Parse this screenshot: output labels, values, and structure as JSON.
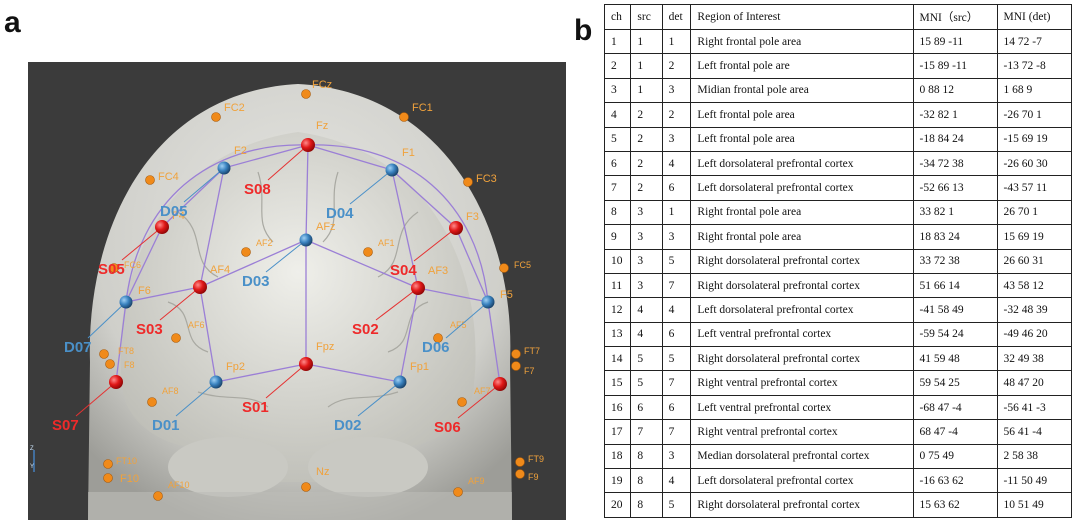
{
  "panel_a": {
    "letter": "a",
    "axes": {
      "z": "Z",
      "y": "Y"
    },
    "head_positions": [
      {
        "id": "p1",
        "label": "FCz"
      },
      {
        "id": "p2",
        "label": "FC2"
      },
      {
        "id": "p3",
        "label": "FC1"
      },
      {
        "id": "p4",
        "label": "Fz"
      },
      {
        "id": "p5",
        "label": "F2"
      },
      {
        "id": "p6",
        "label": "F1"
      },
      {
        "id": "p7",
        "label": "FC4"
      },
      {
        "id": "p8",
        "label": "FC3"
      },
      {
        "id": "p9",
        "label": "AFz"
      },
      {
        "id": "p10",
        "label": "AF2"
      },
      {
        "id": "p11",
        "label": "AF1"
      },
      {
        "id": "p12",
        "label": "F4"
      },
      {
        "id": "p13",
        "label": "F3"
      },
      {
        "id": "p14",
        "label": "FC6"
      },
      {
        "id": "p15",
        "label": "FC5"
      },
      {
        "id": "p16",
        "label": "F6"
      },
      {
        "id": "p17",
        "label": "F5"
      },
      {
        "id": "p18",
        "label": "AF4"
      },
      {
        "id": "p19",
        "label": "AF3"
      },
      {
        "id": "p20",
        "label": "AF6"
      },
      {
        "id": "p21",
        "label": "AF5"
      },
      {
        "id": "p22",
        "label": "Fpz"
      },
      {
        "id": "p23",
        "label": "Fp2"
      },
      {
        "id": "p24",
        "label": "Fp1"
      },
      {
        "id": "p25",
        "label": "FT8"
      },
      {
        "id": "p26",
        "label": "F8"
      },
      {
        "id": "p27",
        "label": "AF8"
      },
      {
        "id": "p28",
        "label": "FT7"
      },
      {
        "id": "p29",
        "label": "F7"
      },
      {
        "id": "p30",
        "label": "AF7"
      },
      {
        "id": "p31",
        "label": "FT10"
      },
      {
        "id": "p32",
        "label": "F10"
      },
      {
        "id": "p33",
        "label": "AF10"
      },
      {
        "id": "p34",
        "label": "Nz"
      },
      {
        "id": "p35",
        "label": "FT9"
      },
      {
        "id": "p36",
        "label": "F9"
      },
      {
        "id": "p37",
        "label": "AF9"
      }
    ],
    "sources": [
      {
        "id": "s1",
        "label": "S01"
      },
      {
        "id": "s2",
        "label": "S02"
      },
      {
        "id": "s3",
        "label": "S03"
      },
      {
        "id": "s4",
        "label": "S04"
      },
      {
        "id": "s5",
        "label": "S05"
      },
      {
        "id": "s6",
        "label": "S06"
      },
      {
        "id": "s7",
        "label": "S07"
      },
      {
        "id": "s8",
        "label": "S08"
      }
    ],
    "detectors": [
      {
        "id": "d1",
        "label": "D01"
      },
      {
        "id": "d2",
        "label": "D02"
      },
      {
        "id": "d3",
        "label": "D03"
      },
      {
        "id": "d4",
        "label": "D04"
      },
      {
        "id": "d5",
        "label": "D05"
      },
      {
        "id": "d6",
        "label": "D06"
      },
      {
        "id": "d7",
        "label": "D07"
      }
    ],
    "colors": {
      "source": "#e53232",
      "detector": "#4a90c8",
      "position": "#f0a23c",
      "link": "#9b7fd6",
      "background": "#3a3a3a",
      "head": "#d9d9d4"
    }
  },
  "panel_b": {
    "letter": "b",
    "columns": [
      "ch",
      "src",
      "det",
      "Region of Interest",
      "MNI（src）",
      "MNI (det)"
    ],
    "rows": [
      [
        "1",
        "1",
        "1",
        "Right frontal pole area",
        "15 89 -11",
        "14 72 -7"
      ],
      [
        "2",
        "1",
        "2",
        "Left frontal pole are",
        "-15 89 -11",
        "-13 72 -8"
      ],
      [
        "3",
        "1",
        "3",
        "Midian frontal pole area",
        "0    88 12",
        "1 68 9"
      ],
      [
        "4",
        "2",
        "2",
        "Left frontal pole area",
        "-32 82    1",
        "-26 70 1"
      ],
      [
        "5",
        "2",
        "3",
        "Left frontal pole area",
        "-18 84 24",
        "-15 69 19"
      ],
      [
        "6",
        "2",
        "4",
        "Left dorsolateral prefrontal cortex",
        "-34 72 38",
        "-26 60 30"
      ],
      [
        "7",
        "2",
        "6",
        "Left dorsolateral prefrontal cortex",
        "-52 66 13",
        "-43 57 11"
      ],
      [
        "8",
        "3",
        "1",
        "Right frontal pole area",
        "33 82 1",
        "26 70 1"
      ],
      [
        "9",
        "3",
        "3",
        "Right frontal pole area",
        "18 83 24",
        "15 69 19"
      ],
      [
        "10",
        "3",
        "5",
        "Right dorsolateral prefrontal cortex",
        "33 72 38",
        "26 60 31"
      ],
      [
        "11",
        "3",
        "7",
        "Right dorsolateral prefrontal cortex",
        "51 66 14",
        "43 58 12"
      ],
      [
        "12",
        "4",
        "4",
        "Left dorsolateral prefrontal cortex",
        "-41 58 49",
        "-32 48 39"
      ],
      [
        "13",
        "4",
        "6",
        "Left ventral prefrontal cortex",
        "-59 54 24",
        "-49 46 20"
      ],
      [
        "14",
        "5",
        "5",
        "Right dorsolateral prefrontal cortex",
        "41 59 48",
        "32 49 38"
      ],
      [
        "15",
        "5",
        "7",
        "Right ventral prefrontal cortex",
        "59 54 25",
        "48 47 20"
      ],
      [
        "16",
        "6",
        "6",
        "Left ventral prefrontal cortex",
        "-68 47 -4",
        "-56 41 -3"
      ],
      [
        "17",
        "7",
        "7",
        "Right ventral prefrontal cortex",
        "68 47 -4",
        "56 41 -4"
      ],
      [
        "18",
        "8",
        "3",
        "Median dorsolateral prefrontal cortex",
        "0 75 49",
        "2 58 38"
      ],
      [
        "19",
        "8",
        "4",
        "Left dorsolateral prefrontal cortex",
        "-16 63 62",
        "-11 50 49"
      ],
      [
        "20",
        "8",
        "5",
        "Right dorsolateral prefrontal cortex",
        "15 63 62",
        "10 51 49"
      ]
    ]
  }
}
